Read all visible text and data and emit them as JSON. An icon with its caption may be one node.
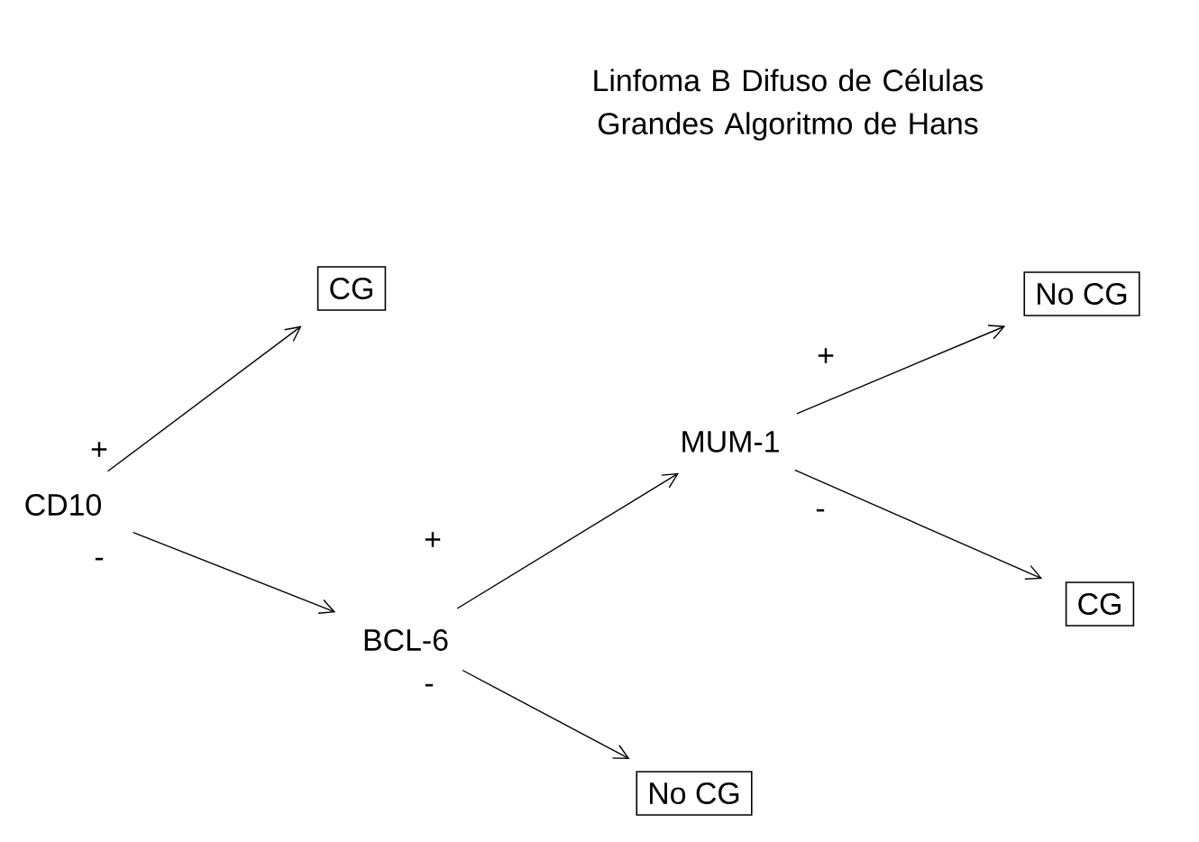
{
  "diagram": {
    "title": "Linfoma B Difuso de Células Grandes Algoritmo de Hans",
    "nodes": [
      {
        "text": [
          "CD10"
        ]
      },
      {
        "text": [
          "CG"
        ]
      },
      {
        "text": [
          "BCL-6"
        ]
      },
      {
        "text": [
          "MUM-1"
        ]
      },
      {
        "text": [
          "No CG"
        ]
      },
      {
        "text": [
          "CG"
        ]
      },
      {
        "text": [
          "No CG"
        ]
      }
    ],
    "edges": [
      {
        "from": 0,
        "to": 1,
        "arrow": "to",
        "label": "+"
      },
      {
        "from": 0,
        "to": 2,
        "arrow": "to",
        "label": "-"
      },
      {
        "from": 2,
        "to": 3,
        "arrow": "to",
        "label": "+"
      },
      {
        "from": 2,
        "to": 6,
        "arrow": "to",
        "label": "-"
      },
      {
        "from": 3,
        "to": 4,
        "arrow": "to",
        "label": "+"
      },
      {
        "from": 3,
        "to": 5,
        "arrow": "to",
        "label": "-"
      }
    ]
  }
}
